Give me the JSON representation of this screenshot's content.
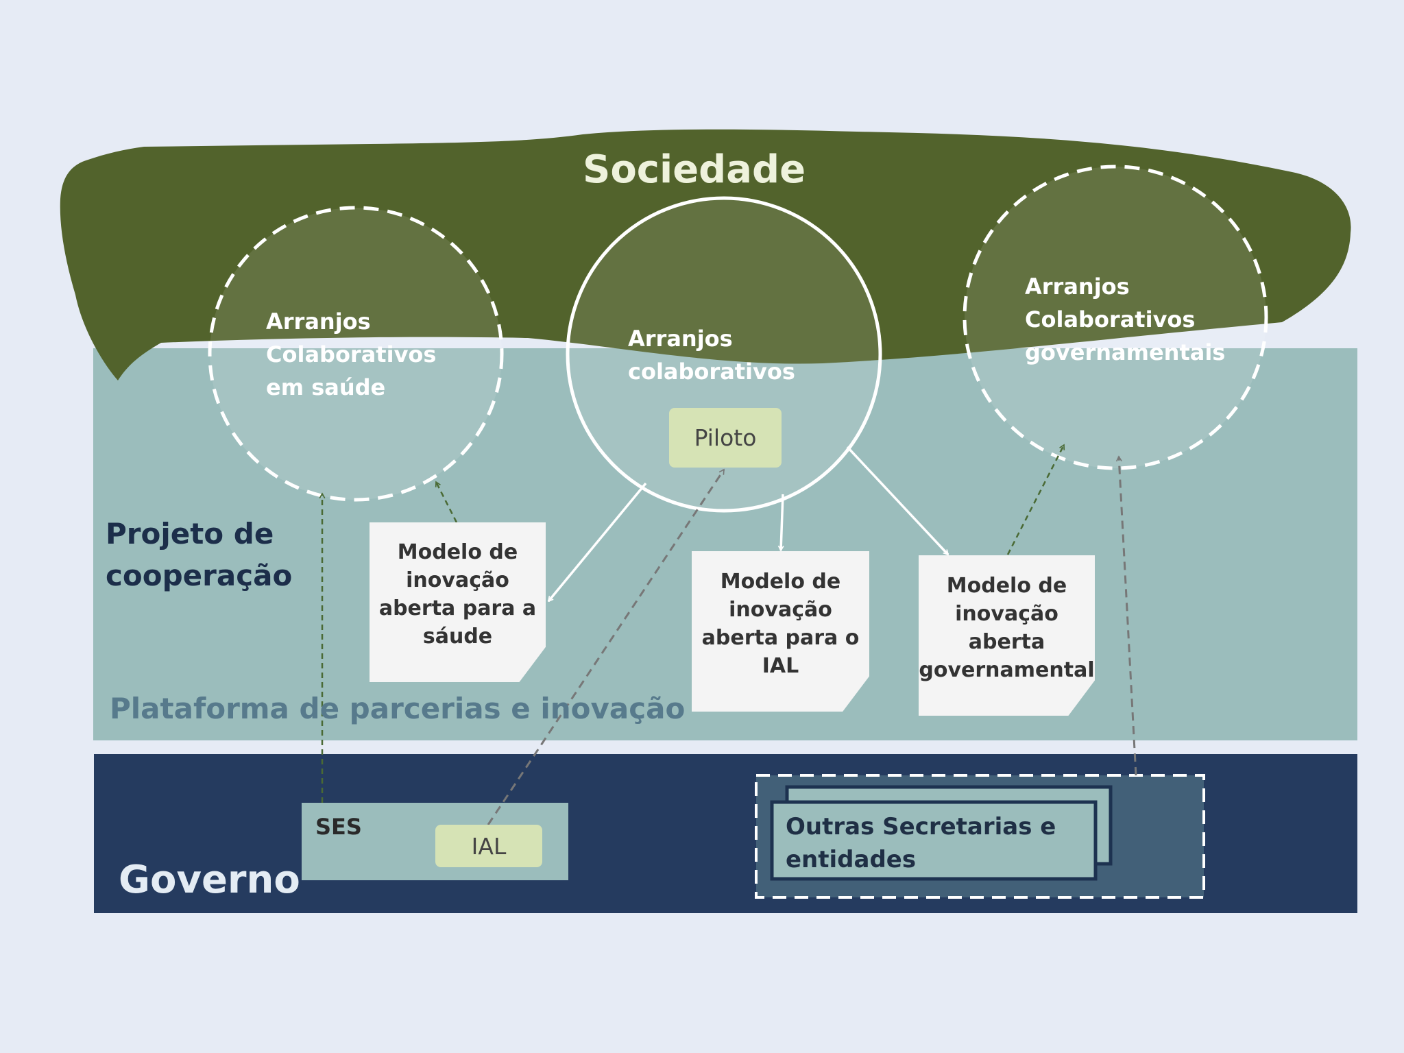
{
  "sociedade": "Sociedade",
  "circles": {
    "saude": "Arranjos\nColaborativos\nem saúde",
    "colaborativos": "Arranjos\ncolaborativos",
    "governamentais": "Arranjos\nColaborativos\ngovernamentais"
  },
  "piloto": "Piloto",
  "projeto": "Projeto de\ncooperação",
  "plataforma": "Plataforma de parcerias e inovação",
  "notes": {
    "saude": "Modelo de\ninovação\naberta para a\nsáude",
    "ial": "Modelo de\ninovação\naberta para o\nIAL",
    "gov": "Modelo de\ninovação\naberta\ngovernamental"
  },
  "governo": "Governo",
  "ses": "SES",
  "ial": "IAL",
  "outras": "Outras Secretarias e\nentidades",
  "colors": {
    "background": "#e6ebf5",
    "sociedade_green": "#52632c",
    "platform_teal": "#9bbdbc",
    "governo_navy": "#253b5f",
    "pill_green": "#d6e3b5",
    "dark_text": "#1c2e4a"
  }
}
